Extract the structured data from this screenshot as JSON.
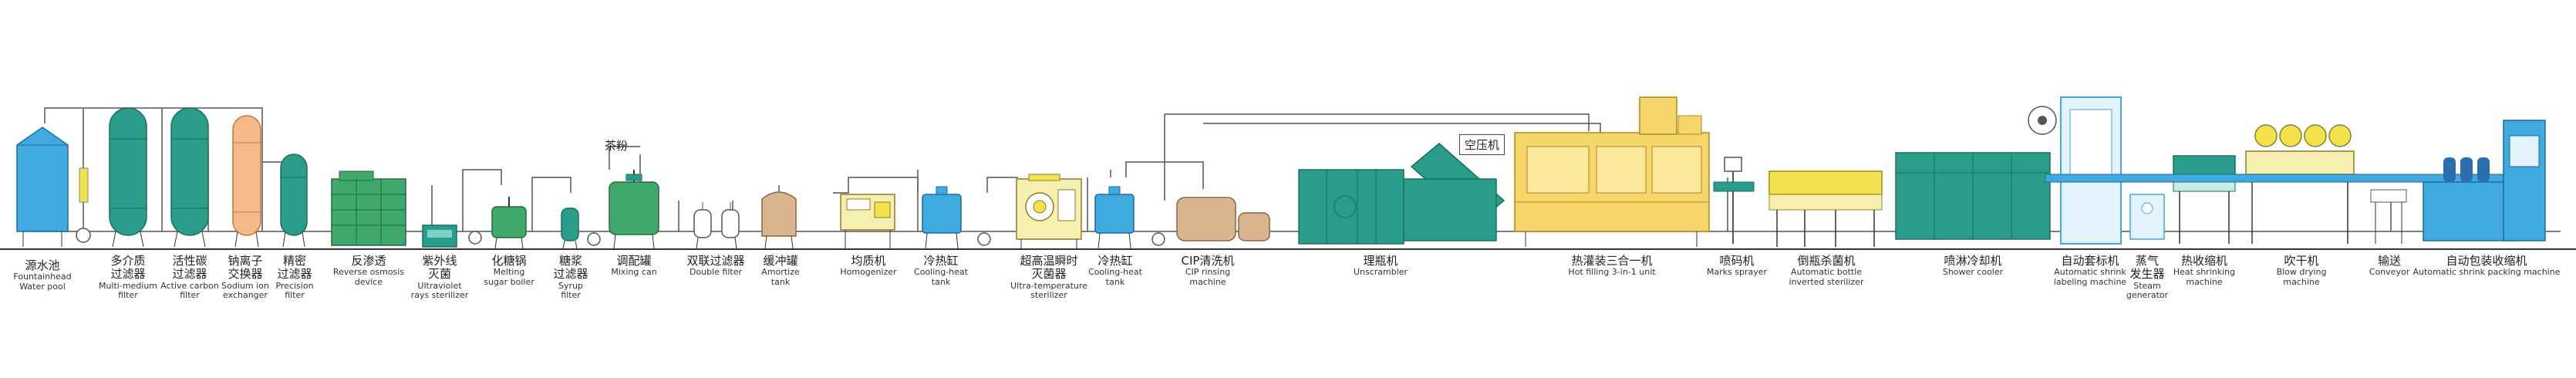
{
  "colors": {
    "blue": "#3fa9e0",
    "teal": "#2a9c8a",
    "green": "#3fa86a",
    "orange": "#f5b98a",
    "yellow": "#f3e24e",
    "cream": "#f6efb0",
    "tan": "#d9b48f",
    "line": "#555555"
  },
  "annotations": {
    "tea_powder": "茶粉",
    "air_compressor": "空压机"
  },
  "stations": [
    {
      "id": "fountainhead-water-pool",
      "zh": "源水池",
      "en1": "Fountainhead",
      "en2": "Water pool",
      "en3": ""
    },
    {
      "id": "multi-medium-filter",
      "zh": "多介质",
      "zh2": "过滤器",
      "en1": "Multi-medium",
      "en2": "filter",
      "en3": ""
    },
    {
      "id": "active-carbon-filter",
      "zh": "活性碳",
      "zh2": "过滤器",
      "en1": "Active carbon",
      "en2": "filter",
      "en3": ""
    },
    {
      "id": "sodium-ion-exchanger",
      "zh": "钠离子",
      "zh2": "交换器",
      "en1": "Sodium ion",
      "en2": "exchanger",
      "en3": ""
    },
    {
      "id": "precision-filter",
      "zh": "精密",
      "zh2": "过滤器",
      "en1": "Precision",
      "en2": "filter",
      "en3": ""
    },
    {
      "id": "reverse-osmosis-device",
      "zh": "反渗透",
      "en1": "Reverse osmosis",
      "en2": "device",
      "en3": ""
    },
    {
      "id": "ultraviolet-sterilizer",
      "zh": "紫外线",
      "zh2": "灭菌",
      "en1": "Ultraviolet",
      "en2": "rays sterilizer",
      "en3": ""
    },
    {
      "id": "melting-sugar-boiler",
      "zh": "化糖锅",
      "en1": "Melting",
      "en2": "sugar boiler",
      "en3": ""
    },
    {
      "id": "syrup-filter",
      "zh": "糖浆",
      "zh2": "过滤器",
      "en1": "Syrup",
      "en2": "filter",
      "en3": ""
    },
    {
      "id": "mixing-can",
      "zh": "调配罐",
      "en1": "Mixing can",
      "en2": "",
      "en3": ""
    },
    {
      "id": "double-filter",
      "zh": "双联过滤器",
      "en1": "Double filter",
      "en2": "",
      "en3": ""
    },
    {
      "id": "amortize-tank",
      "zh": "缓冲罐",
      "en1": "Amortize",
      "en2": "tank",
      "en3": ""
    },
    {
      "id": "homogenizer",
      "zh": "均质机",
      "en1": "Homogenizer",
      "en2": "",
      "en3": ""
    },
    {
      "id": "cooling-heat-tank-1",
      "zh": "冷热缸",
      "en1": "Cooling-heat",
      "en2": "tank",
      "en3": ""
    },
    {
      "id": "ultra-temperature-sterilizer",
      "zh": "超高温瞬时",
      "zh2": "灭菌器",
      "en1": "Ultra-temperature",
      "en2": "sterilizer",
      "en3": ""
    },
    {
      "id": "cooling-heat-tank-2",
      "zh": "冷热缸",
      "en1": "Cooling-heat",
      "en2": "tank",
      "en3": ""
    },
    {
      "id": "cip-rinsing-machine",
      "zh": "CIP清洗机",
      "en1": "CIP rinsing",
      "en2": "machine",
      "en3": ""
    },
    {
      "id": "unscrambler",
      "zh": "理瓶机",
      "en1": "Unscrambler",
      "en2": "",
      "en3": ""
    },
    {
      "id": "hot-filling-3in1",
      "zh": "热灌装三合一机",
      "en1": "Hot filling 3-in-1 unit",
      "en2": "",
      "en3": ""
    },
    {
      "id": "marks-sprayer",
      "zh": "喷码机",
      "en1": "Marks sprayer",
      "en2": "",
      "en3": ""
    },
    {
      "id": "inverted-sterilizer",
      "zh": "倒瓶杀菌机",
      "en1": "Automatic bottle",
      "en2": "inverted sterilizer",
      "en3": ""
    },
    {
      "id": "shower-cooler",
      "zh": "喷淋冷却机",
      "en1": "Shower cooler",
      "en2": "",
      "en3": ""
    },
    {
      "id": "shrink-labeling-machine",
      "zh": "自动套标机",
      "en1": "Automatic shrink",
      "en2": "labeling machine",
      "en3": ""
    },
    {
      "id": "steam-generator",
      "zh": "蒸气",
      "zh2": "发生器",
      "en1": "Steam",
      "en2": "generator",
      "en3": ""
    },
    {
      "id": "heat-shrinking-machine",
      "zh": "热收缩机",
      "en1": "Heat shrinking",
      "en2": "machine",
      "en3": ""
    },
    {
      "id": "blow-drying-machine",
      "zh": "吹干机",
      "en1": "Blow drying",
      "en2": "machine",
      "en3": ""
    },
    {
      "id": "conveyor",
      "zh": "输送",
      "en1": "Conveyor",
      "en2": "",
      "en3": ""
    },
    {
      "id": "shrink-packing-machine",
      "zh": "自动包装收缩机",
      "en1": "Automatic shrink packing machine",
      "en2": "",
      "en3": ""
    }
  ]
}
